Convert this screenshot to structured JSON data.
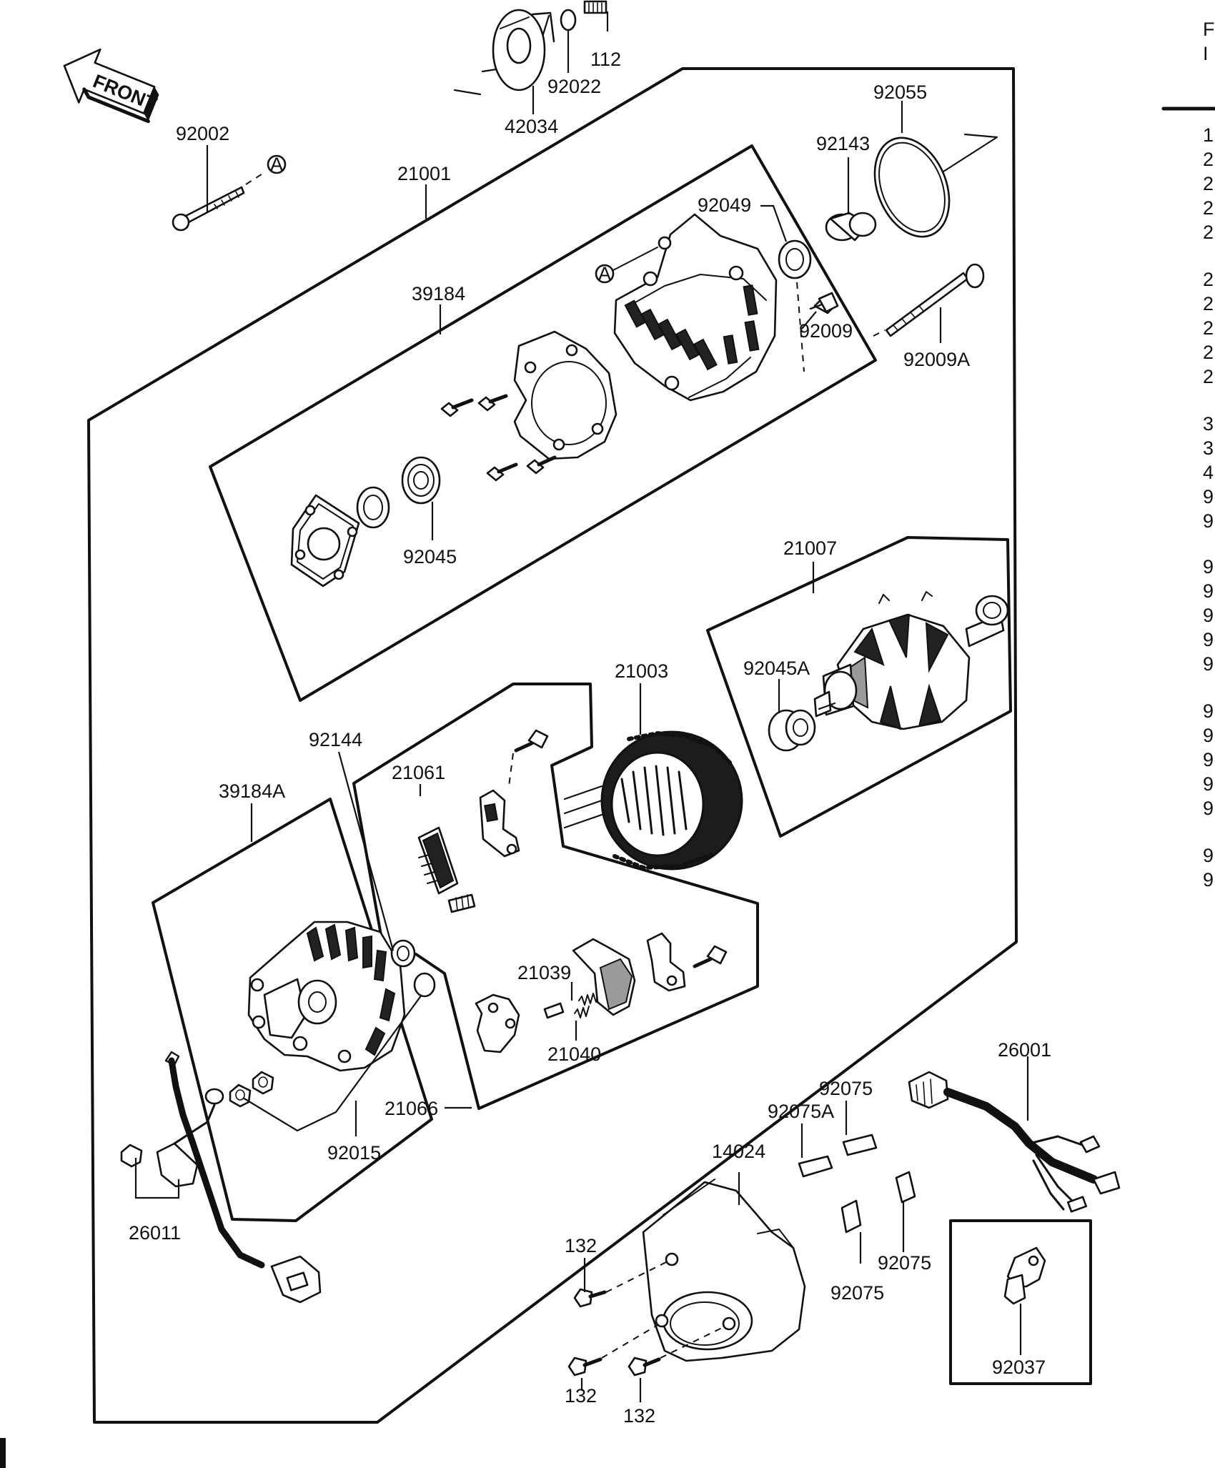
{
  "front_badge": "FRONT",
  "callout_marker": "A",
  "labels": {
    "p112": "112",
    "p92022": "92022",
    "p42034": "42034",
    "p92002": "92002",
    "p21001": "21001",
    "p92055": "92055",
    "p92143": "92143",
    "p92049": "92049",
    "p39184": "39184",
    "p92009": "92009",
    "p92009A": "92009A",
    "p92045": "92045",
    "p21007": "21007",
    "p21003": "21003",
    "p92045A": "92045A",
    "p92144": "92144",
    "p21061": "21061",
    "p39184A": "39184A",
    "p21039": "21039",
    "p21040": "21040",
    "p21066": "21066",
    "p92015": "92015",
    "p26001": "26001",
    "p92075a": "92075",
    "p92075A": "92075A",
    "p14024": "14024",
    "p26011": "26011",
    "p132a": "132",
    "p92075b": "92075",
    "p92075c": "92075",
    "p132b": "132",
    "p132c": "132",
    "p92037": "92037"
  },
  "side_index": [
    "1",
    "2",
    "2",
    "2",
    "2",
    "2",
    "2",
    "2",
    "2",
    "2",
    "3",
    "3",
    "4",
    "9",
    "9",
    "9",
    "9",
    "9",
    "9",
    "9",
    "9",
    "9",
    "9",
    "9",
    "9",
    "9",
    "9"
  ],
  "side_header": [
    "F",
    "I"
  ]
}
